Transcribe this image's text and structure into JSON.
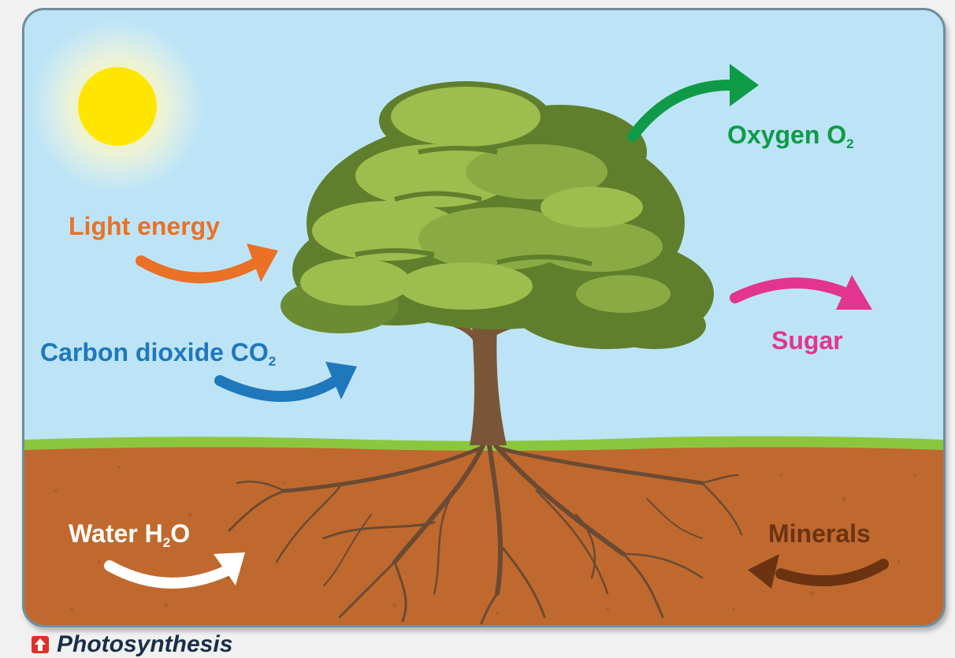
{
  "labels": {
    "light_energy": "Light energy",
    "carbon_dioxide": "Carbon dioxide CO",
    "carbon_dioxide_sub": "2",
    "oxygen": "Oxygen O",
    "oxygen_sub": "2",
    "sugar": "Sugar",
    "water": "Water H",
    "water_sub": "2",
    "water_tail": "O",
    "minerals": "Minerals"
  },
  "caption": {
    "text": "Photosynthesis"
  },
  "colors": {
    "sky": "#bde4f6",
    "soil": "#c0692e",
    "grass": "#8cc63f",
    "light_energy": "#ea7125",
    "carbon_dioxide": "#1f78bc",
    "oxygen": "#0f9a48",
    "sugar": "#e3358f",
    "water": "#ffffff",
    "minerals": "#6b3312",
    "foliage_dark": "#5f7f2c",
    "foliage_light": "#9dbd4f",
    "trunk": "#7a5638"
  },
  "icons": [
    "sun-icon",
    "tree-icon",
    "caption-icon"
  ]
}
